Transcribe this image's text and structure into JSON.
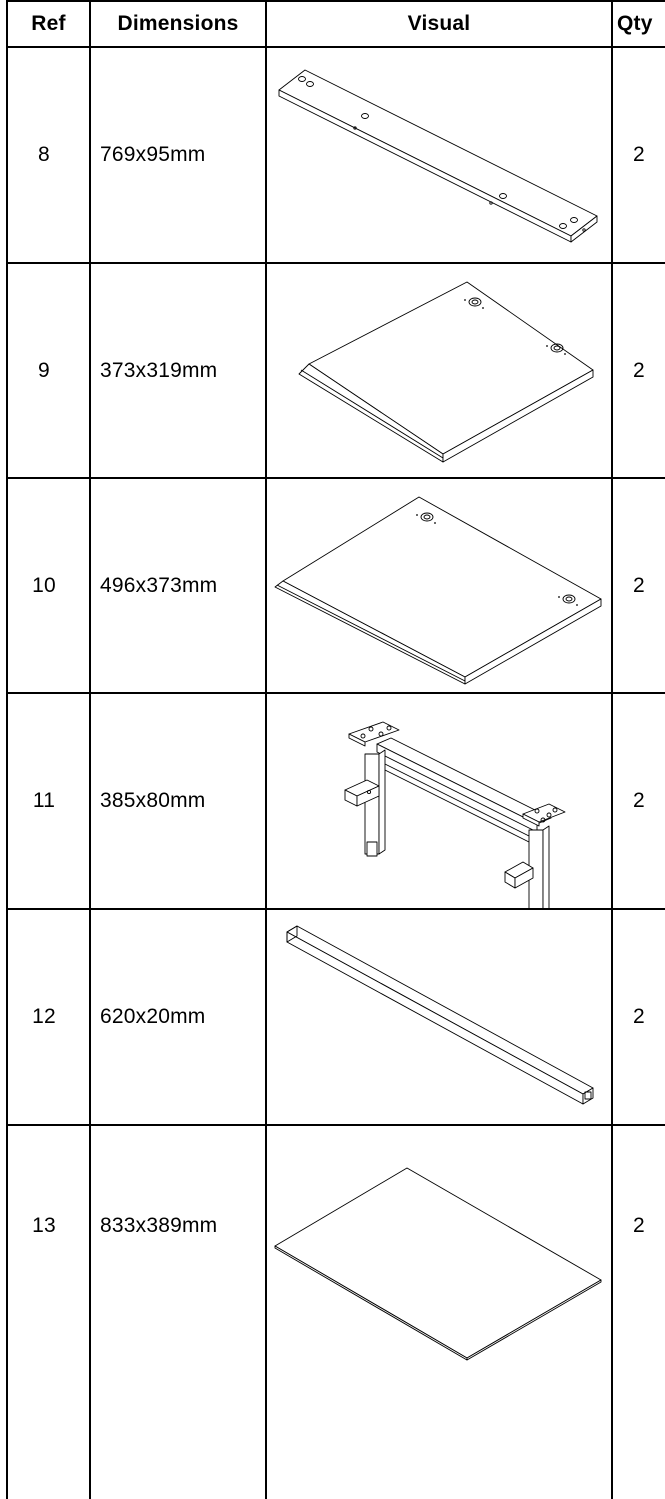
{
  "header": {
    "ref": "Ref",
    "dimensions": "Dimensions",
    "visual": "Visual",
    "qty": "Qty"
  },
  "rows": [
    {
      "ref": "8",
      "dimensions": "769x95mm",
      "qty": "2",
      "visual_icon": "wooden-slat-with-holes-icon"
    },
    {
      "ref": "9",
      "dimensions": "373x319mm",
      "qty": "2",
      "visual_icon": "panel-with-two-holes-icon"
    },
    {
      "ref": "10",
      "dimensions": "496x373mm",
      "qty": "2",
      "visual_icon": "large-panel-with-two-holes-icon"
    },
    {
      "ref": "11",
      "dimensions": "385x80mm",
      "qty": "2",
      "visual_icon": "metal-leg-frame-icon"
    },
    {
      "ref": "12",
      "dimensions": "620x20mm",
      "qty": "2",
      "visual_icon": "square-tube-bar-icon"
    },
    {
      "ref": "13",
      "dimensions": "833x389mm",
      "qty": "2",
      "visual_icon": "thin-sheet-panel-icon"
    }
  ]
}
